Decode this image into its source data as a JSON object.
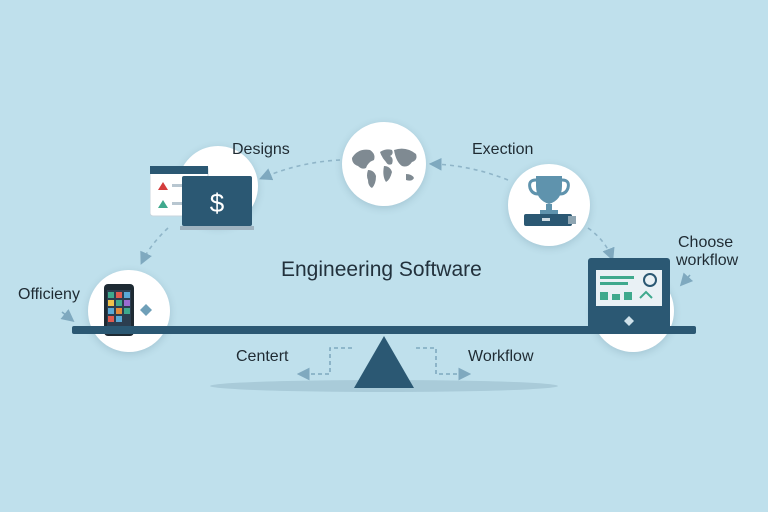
{
  "diagram": {
    "title": "Engineering Software",
    "labels": {
      "designs": "Designs",
      "exection": "Exection",
      "choose_workflow_line1": "Choose",
      "choose_workflow_line2": "workflow",
      "officieny": "Officieny",
      "centert": "Centert",
      "workflow": "Workflow"
    },
    "icons": {
      "designs": "dollar-monitor-icon",
      "world": "world-map-icon",
      "exection": "trophy-icon",
      "officieny": "smartphone-icon",
      "choose_workflow": "dashboard-monitor-icon",
      "balance": "seesaw-icon"
    },
    "colors": {
      "background": "#bfe0ec",
      "navy": "#2b5873",
      "accent_teal": "#3fa98d",
      "arrow": "#7fa9bf"
    }
  }
}
